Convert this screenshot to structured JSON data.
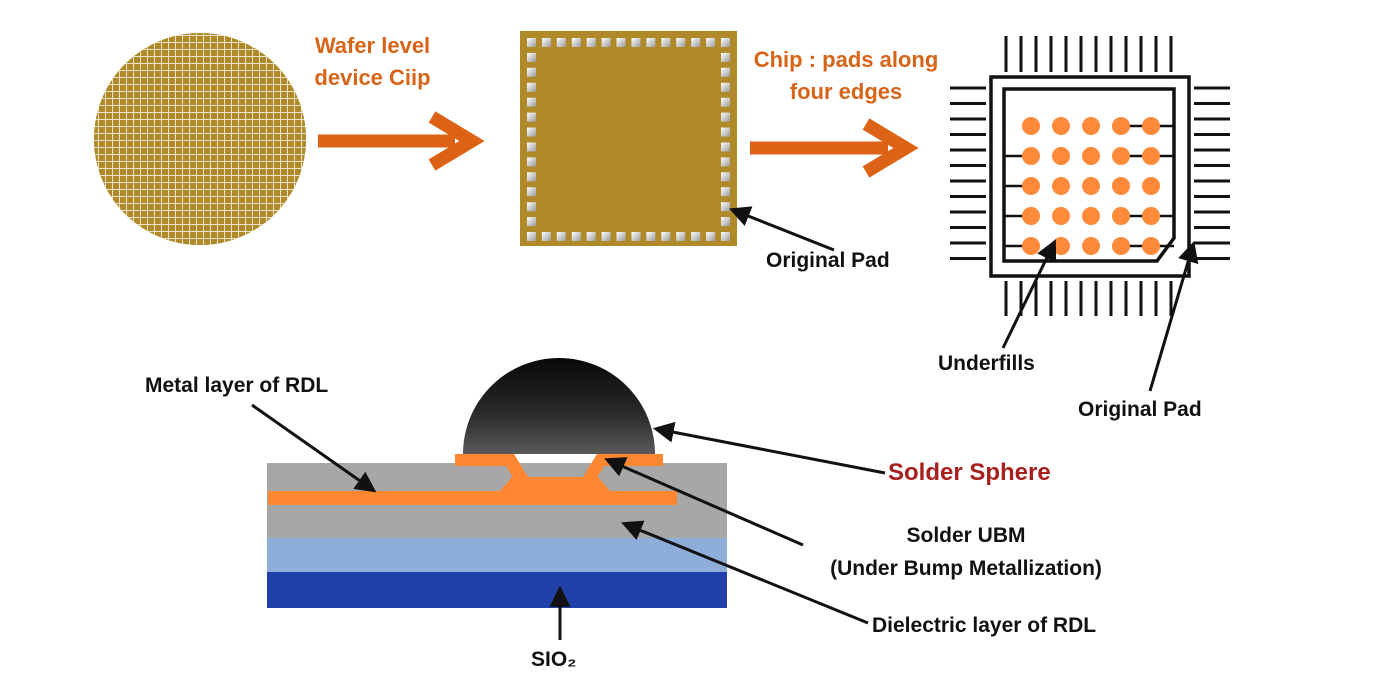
{
  "labels": {
    "wafer_level_line1": "Wafer level",
    "wafer_level_line2": "device Ciip",
    "chip_line1": "Chip : pads along",
    "chip_line2": "four edges",
    "original_pad_chip": "Original Pad",
    "underfills": "Underfills",
    "original_pad_package": "Original Pad",
    "metal_layer": "Metal layer of RDL",
    "solder_sphere": "Solder Sphere",
    "solder_ubm_line1": "Solder UBM",
    "solder_ubm_line2": "(Under Bump Metallization)",
    "dielectric_layer": "Dielectric layer of RDL",
    "sio2": "SIO₂"
  },
  "colors": {
    "wafer_gold": "#b08a28",
    "chip_gold": "#b08a28",
    "arrow_orange": "#dd6215",
    "label_orange": "#d86418",
    "solder_ball_orange": "#ff8a3a",
    "rdl_orange": "#ff8731",
    "dielectric_gray": "#a7a7a7",
    "light_blue": "#8fadd9",
    "sio2_blue": "#2040a8",
    "sphere_dark": "#111111",
    "solder_sphere_label": "#a8201e"
  },
  "package": {
    "ball_rows": 5,
    "ball_cols": 5
  }
}
